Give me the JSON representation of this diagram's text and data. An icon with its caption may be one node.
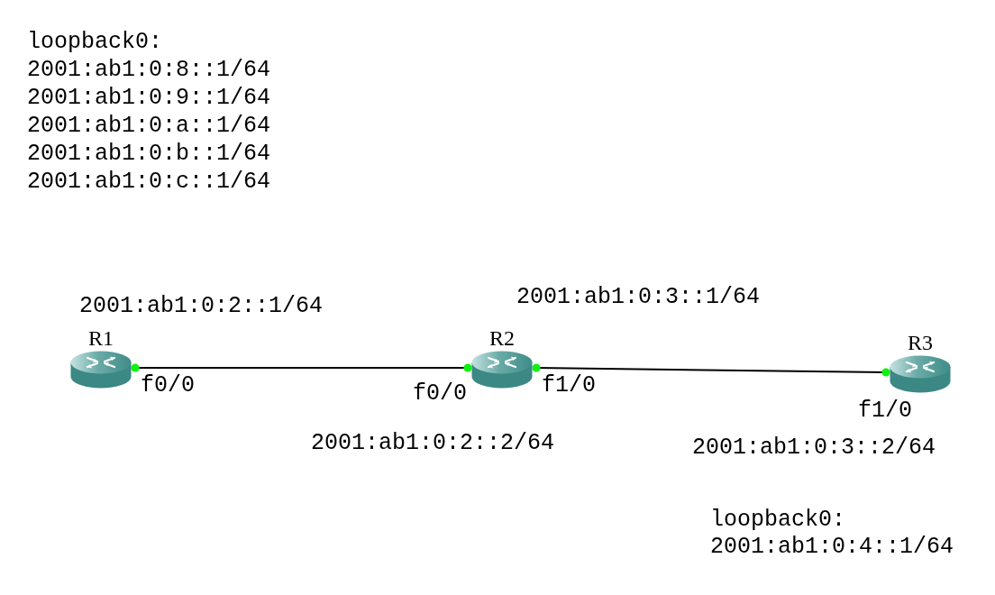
{
  "diagram": {
    "nodes": [
      {
        "text": [
          "R1"
        ],
        "beside": [
          "2001:ab1:0:2::1/64",
          "f0/0"
        ]
      },
      {
        "text": [
          "R2"
        ],
        "beside": [
          "2001:ab1:0:3::1/64",
          "f0/0",
          "f1/0",
          "2001:ab1:0:2::2/64"
        ]
      },
      {
        "text": [
          "R3"
        ],
        "beside": [
          "f1/0",
          "2001:ab1:0:3::2/64"
        ]
      }
    ],
    "edges": [
      {
        "from": 0,
        "to": 1,
        "arrow": "other"
      },
      {
        "from": 1,
        "to": 2,
        "arrow": "other"
      }
    ],
    "labels": [
      "loopback0:",
      "2001:ab1:0:8::1/64",
      "2001:ab1:0:9::1/64",
      "2001:ab1:0:a::1/64",
      "2001:ab1:0:b::1/64",
      "2001:ab1:0:c::1/64",
      "loopback0:",
      "2001:ab1:0:4::1/64"
    ]
  }
}
